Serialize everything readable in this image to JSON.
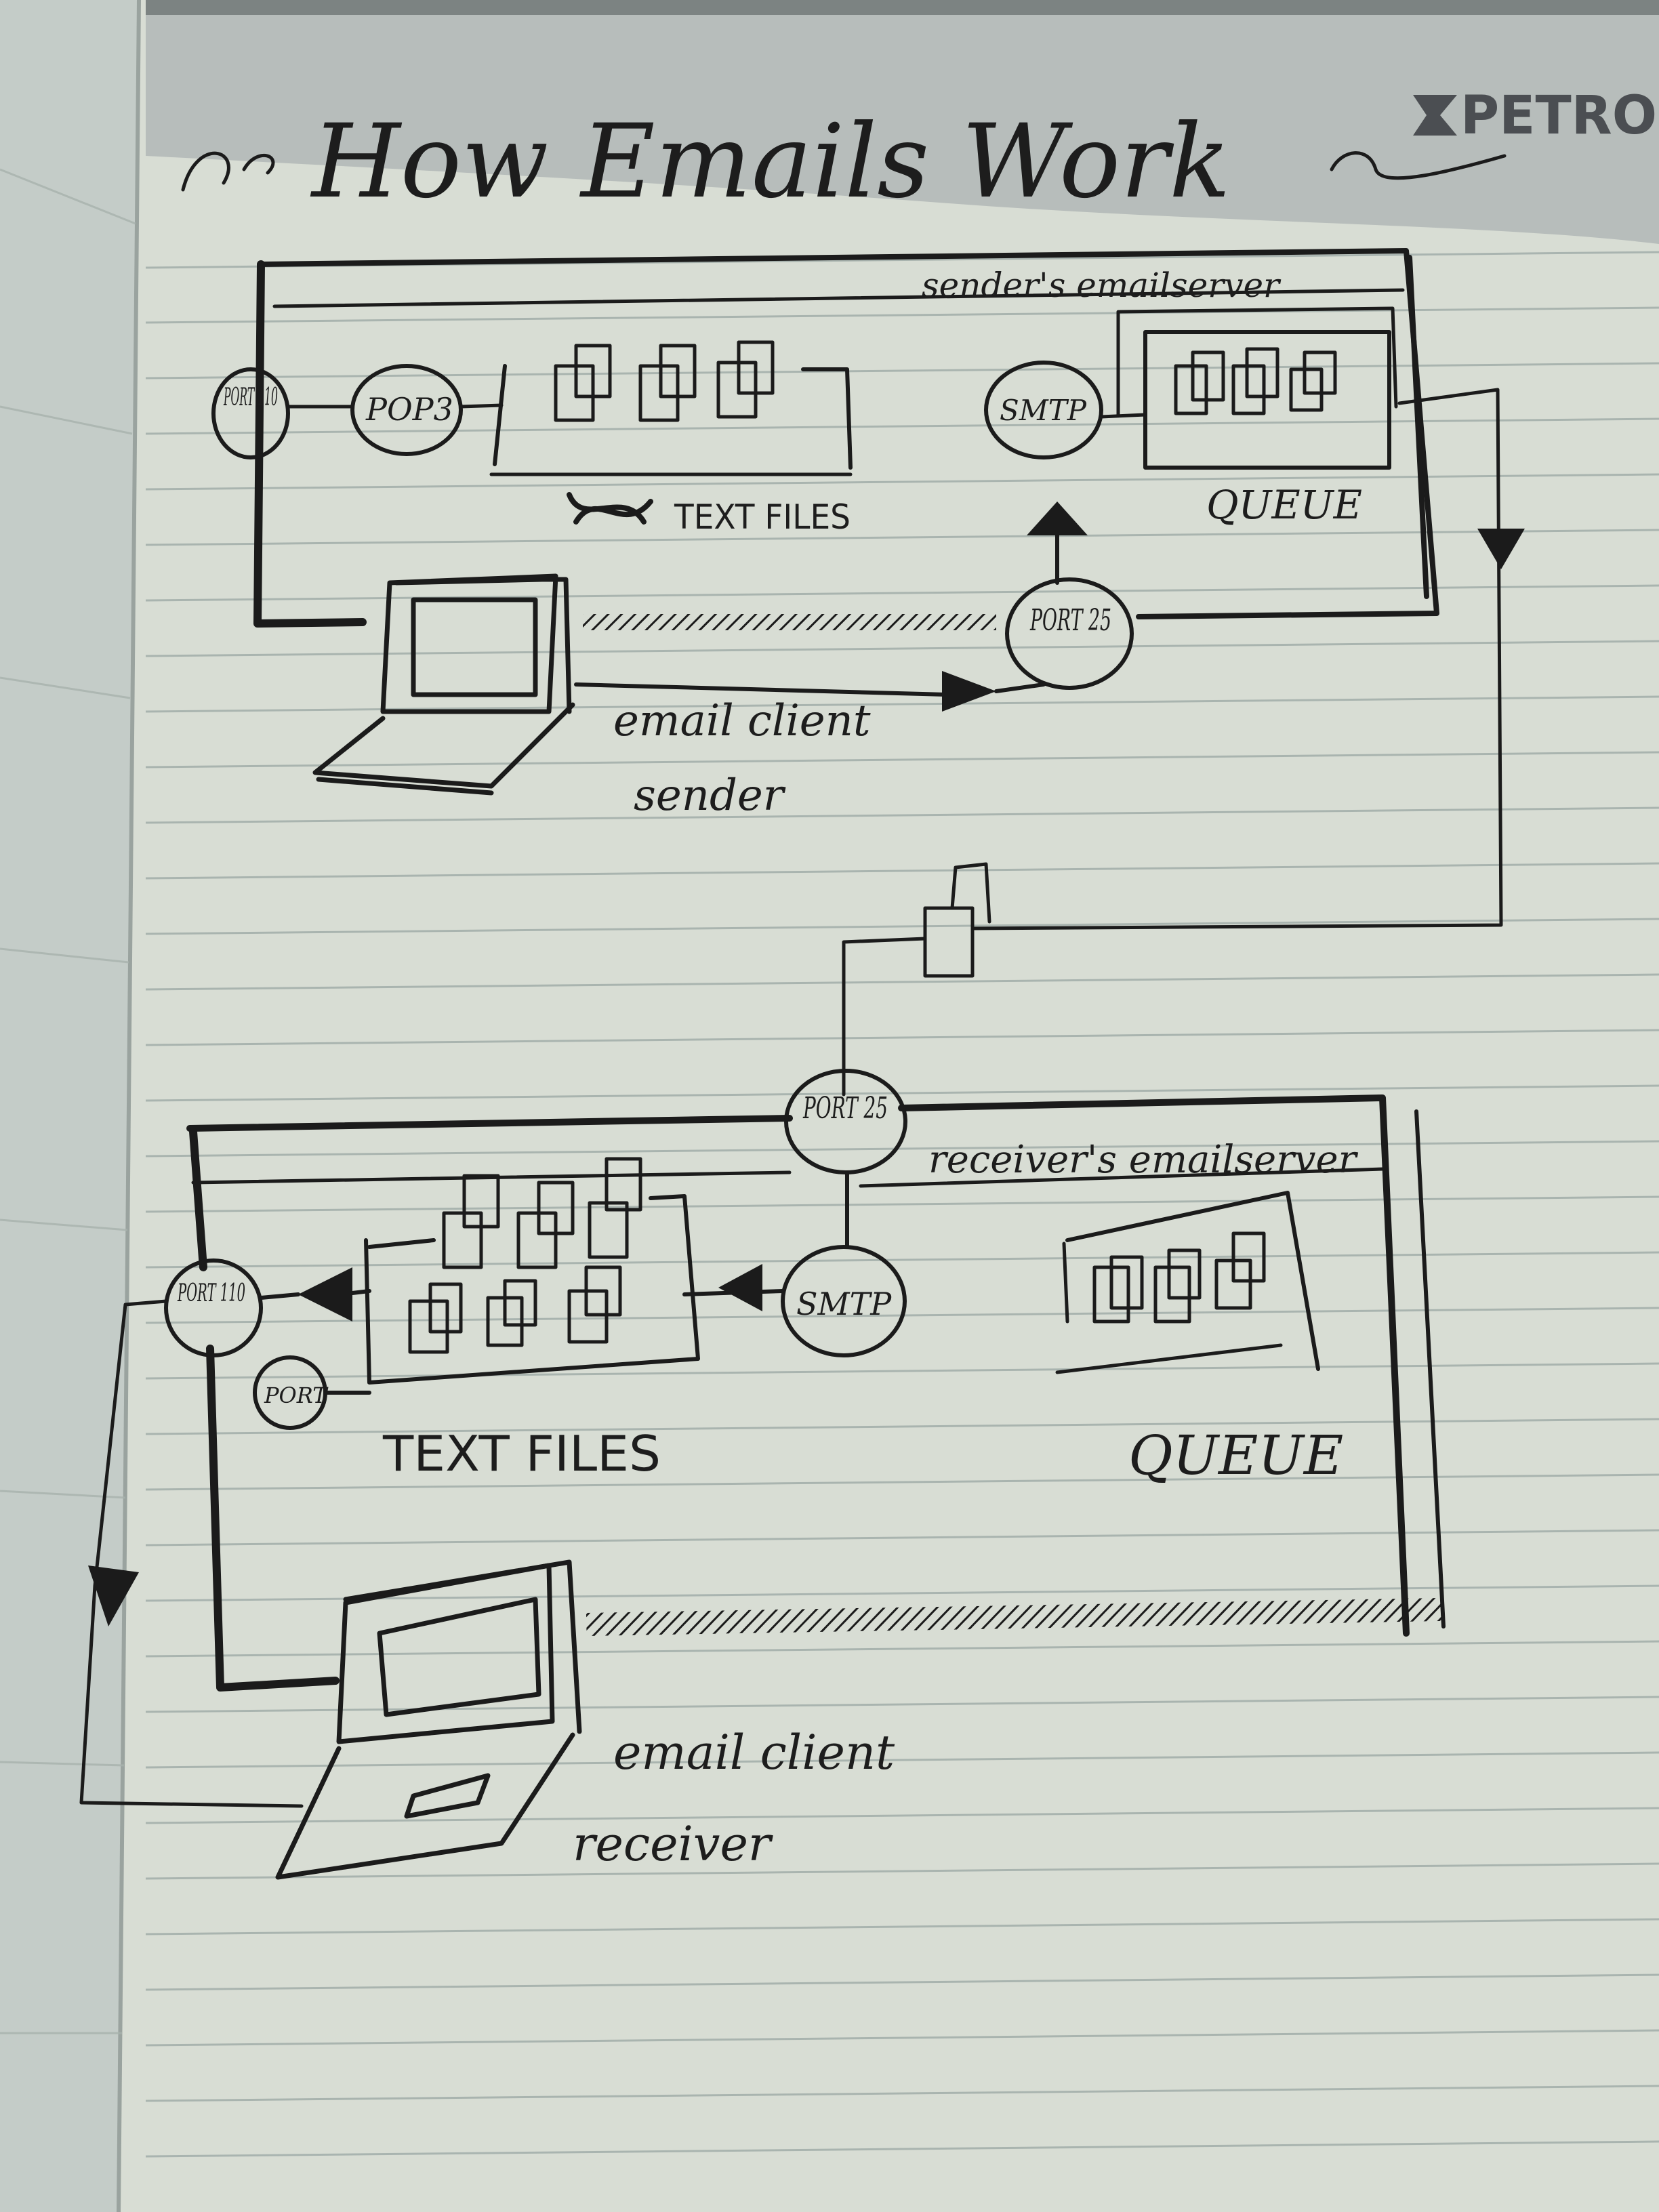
{
  "title": "How Emails Work",
  "brand": "PETRO",
  "sender_server": {
    "label": "sender's emailserver",
    "port_pop": "PORT 110",
    "pop3": "POP3",
    "text_files": "TEXT FILES",
    "smtp": "SMTP",
    "queue": "QUEUE",
    "port_smtp": "PORT 25"
  },
  "sender_client": {
    "line1": "email client",
    "line2": "sender"
  },
  "receiver_server": {
    "label": "receiver's emailserver",
    "port_in": "PORT 25",
    "smtp": "SMTP",
    "text_files": "TEXT FILES",
    "queue": "QUEUE",
    "port_pop": "PORT 110",
    "port_small": "PORT"
  },
  "receiver_client": {
    "line1": "email client",
    "line2": "receiver"
  }
}
